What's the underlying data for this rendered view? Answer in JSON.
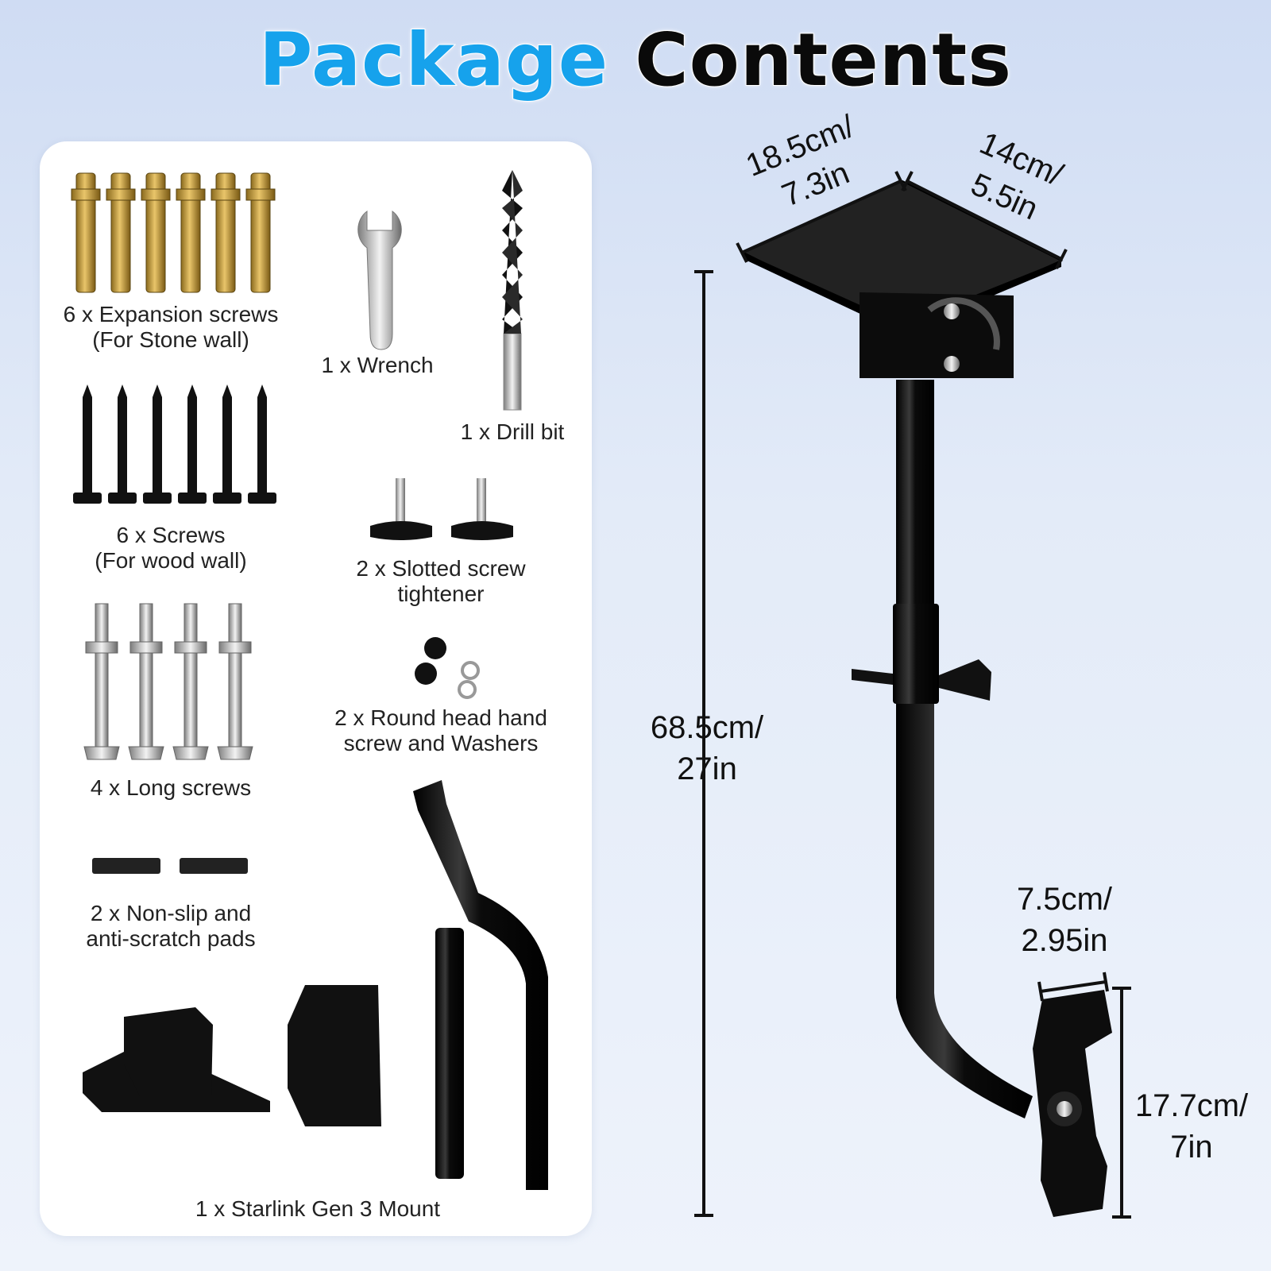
{
  "title": {
    "word1": "Package",
    "word2": "Contents"
  },
  "colors": {
    "accent": "#16a2ec",
    "background": "#dde7f6",
    "panel": "#ffffff",
    "metal": "#111111"
  },
  "items": [
    {
      "line1": "6 x Expansion screws",
      "line2": "(For Stone wall)"
    },
    {
      "line1": "1 x Wrench"
    },
    {
      "line1": "1 x Drill bit"
    },
    {
      "line1": "6 x Screws",
      "line2": "(For wood wall)"
    },
    {
      "line1": "2 x Slotted screw",
      "line2": "tightener"
    },
    {
      "line1": "4 x Long screws"
    },
    {
      "line1": "2 x Round head hand",
      "line2": "screw and Washers"
    },
    {
      "line1": "2 x Non-slip and",
      "line2": "anti-scratch pads"
    },
    {
      "line1": "1 x Starlink Gen 3 Mount"
    }
  ],
  "dimensions": {
    "top_width": {
      "line1": "18.5cm/",
      "line2": "7.3in"
    },
    "top_depth": {
      "line1": "14cm/",
      "line2": "5.5in"
    },
    "height": {
      "line1": "68.5cm/",
      "line2": "27in"
    },
    "plate_width": {
      "line1": "7.5cm/",
      "line2": "2.95in"
    },
    "plate_height": {
      "line1": "17.7cm/",
      "line2": "7in"
    }
  }
}
